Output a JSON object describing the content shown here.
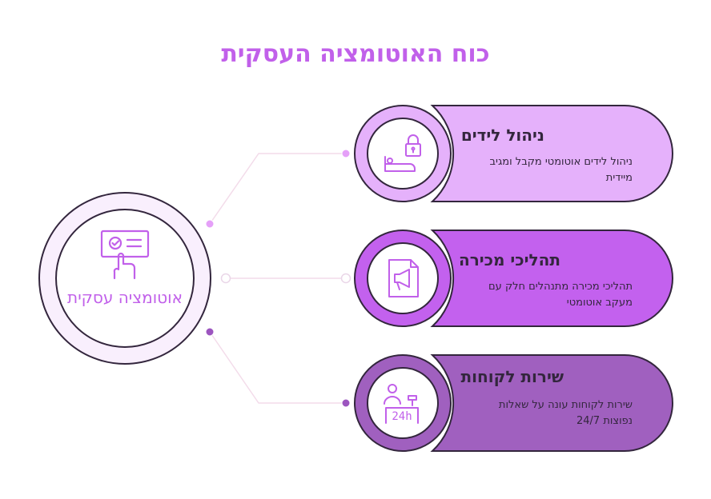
{
  "title": "כוח האוטומציה העסקית",
  "hub": {
    "label": "אוטומציה עסקית",
    "icon": "hand-on-checklist-icon"
  },
  "cards": [
    {
      "title": "ניהול לידים",
      "description": "ניהול לידים אוטומטי מקבל ומגיב\nמיידית",
      "icon": "lock-and-bed-icon",
      "color": "#e5b1fb",
      "dot_color": "#e5a0f8"
    },
    {
      "title": "תהליכי מכירה",
      "description": "תהליכי מכירה מתנהלים חלק עם\nמעקב אוטומטי",
      "icon": "megaphone-document-icon",
      "color": "#c361ee",
      "dot_color": "#ffffff"
    },
    {
      "title": "שירות לקוחות",
      "description": "שירות לקוחות  עונה על שאלות\nנפוצות 24/7",
      "icon": "support-agent-24h-icon",
      "color": "#a060bf",
      "dot_color": "#9c55bf"
    }
  ],
  "hub_dot_colors": [
    "#e5a0f8",
    "#ffffff",
    "#9c55bf"
  ]
}
